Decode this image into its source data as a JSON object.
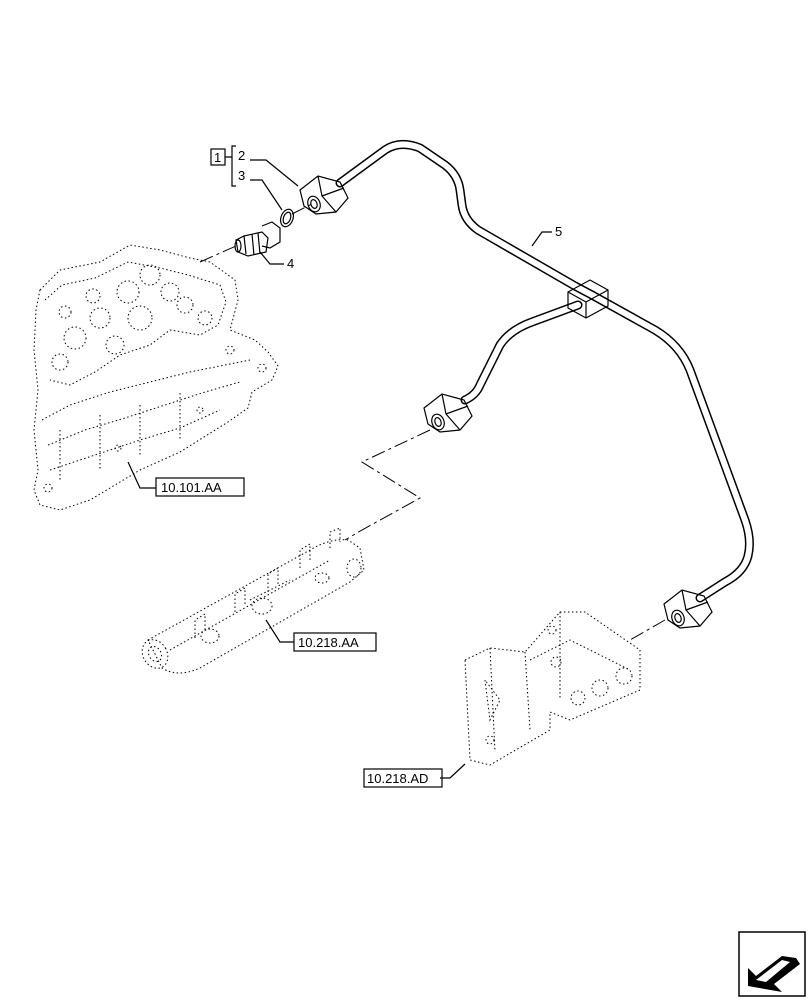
{
  "callouts": {
    "kit_number": "1",
    "item_2": "2",
    "item_3": "3",
    "item_4": "4",
    "item_5": "5"
  },
  "references": {
    "engine_head": "10.101.AA",
    "fuel_rail": "10.218.AA",
    "bracket": "10.218.AD"
  },
  "icons": {
    "nav_arrow": "next-page-arrow-icon"
  }
}
